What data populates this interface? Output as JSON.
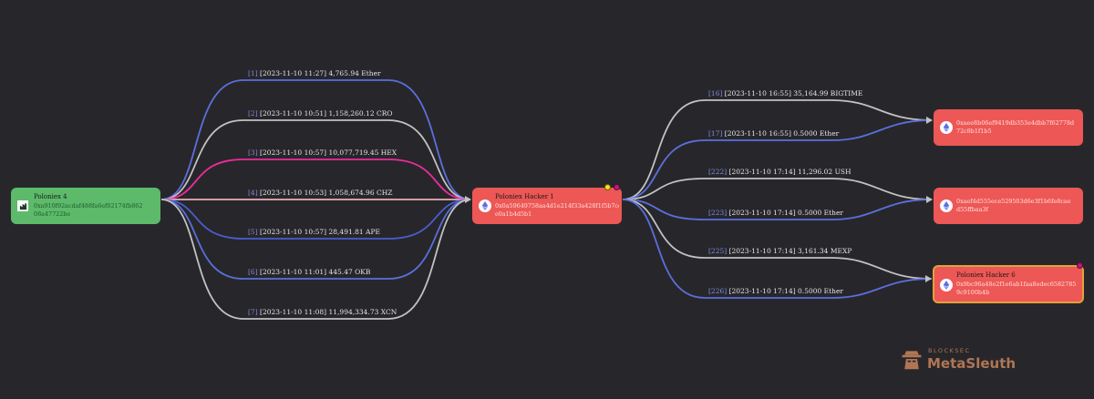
{
  "colors": {
    "background": "#27272b",
    "edge_blue": "#5b6fdc",
    "edge_gray": "#c2c2c2",
    "edge_magenta": "#ee2b9c",
    "edge_pink": "#e7b0b6",
    "node_green": "#5cba6a",
    "node_red": "#ed5755"
  },
  "nodes": {
    "source": {
      "icon": "poloniex-logo-icon",
      "title": "Poloniex 4",
      "address_line1": "0xa910f92acdaf488fa6ef02174fb862",
      "address_line2": "08a47722be"
    },
    "hub": {
      "icon": "ethereum-icon",
      "title": "Poloniex Hacker 1",
      "address_line1": "0x0a59649758aa4d1e214f33a428f1f5b7cc11a",
      "address_line2": "e0a1b4d5b1",
      "badges": [
        "warning-badge-icon",
        "tag-badge-icon"
      ]
    },
    "target1": {
      "icon": "ethereum-icon",
      "title": "",
      "address_line1": "0xaee8b06ef9419db353e4dbb7f62778d",
      "address_line2": "72c8b1f1b5"
    },
    "target2": {
      "icon": "ethereum-icon",
      "title": "",
      "address_line1": "0xaef4d555ece529503d6e3f1b6fe8cae",
      "address_line2": "d55ffbaa3f"
    },
    "target3": {
      "icon": "ethereum-icon",
      "title": "Poloniex Hacker 6",
      "address_line1": "0x9bc96a48e2f1e6ab1faa8edec6582785",
      "address_line2": "9c9100b4b",
      "badges": [
        "tag-badge-icon"
      ]
    }
  },
  "edges": [
    {
      "idx": "[1]",
      "text": "[2023-11-10 11:27] 4,765.94 Ether",
      "color": "#5b6fdc"
    },
    {
      "idx": "[2]",
      "text": "[2023-11-10 10:51] 1,158,260.12 CRO",
      "color": "#c2c2c2"
    },
    {
      "idx": "[3]",
      "text": "[2023-11-10 10:57] 10,077,719.45 HEX",
      "color": "#ee2b9c"
    },
    {
      "idx": "[4]",
      "text": "[2023-11-10 10:53] 1,058,674.96 CHZ",
      "color": "#e7b0b6"
    },
    {
      "idx": "[5]",
      "text": "[2023-11-10 10:57] 28,491.81 APE",
      "color": "#4a5ed0"
    },
    {
      "idx": "[6]",
      "text": "[2023-11-10 11:01] 445.47 OKB",
      "color": "#5b6fdc"
    },
    {
      "idx": "[7]",
      "text": "[2023-11-10 11:08] 11,994,334.73 XCN",
      "color": "#c2c2c2"
    },
    {
      "idx": "[16]",
      "text": "[2023-11-10 16:55] 35,164.99 BIGTIME",
      "color": "#c2c2c2"
    },
    {
      "idx": "[17]",
      "text": "[2023-11-10 16:55] 0.5000 Ether",
      "color": "#5b6fdc"
    },
    {
      "idx": "[222]",
      "text": "[2023-11-10 17:14] 11,296.02 USH",
      "color": "#c2c2c2"
    },
    {
      "idx": "[223]",
      "text": "[2023-11-10 17:14] 0.5000 Ether",
      "color": "#5b6fdc"
    },
    {
      "idx": "[225]",
      "text": "[2023-11-10 17:14] 3,161.34 MEXP",
      "color": "#c2c2c2"
    },
    {
      "idx": "[226]",
      "text": "[2023-11-10 17:14] 0.5000 Ether",
      "color": "#5b6fdc"
    }
  ],
  "watermark": {
    "icon": "metasleuth-detective-logo-icon",
    "small": "BLOCKSEC",
    "big": "MetaSleuth"
  }
}
